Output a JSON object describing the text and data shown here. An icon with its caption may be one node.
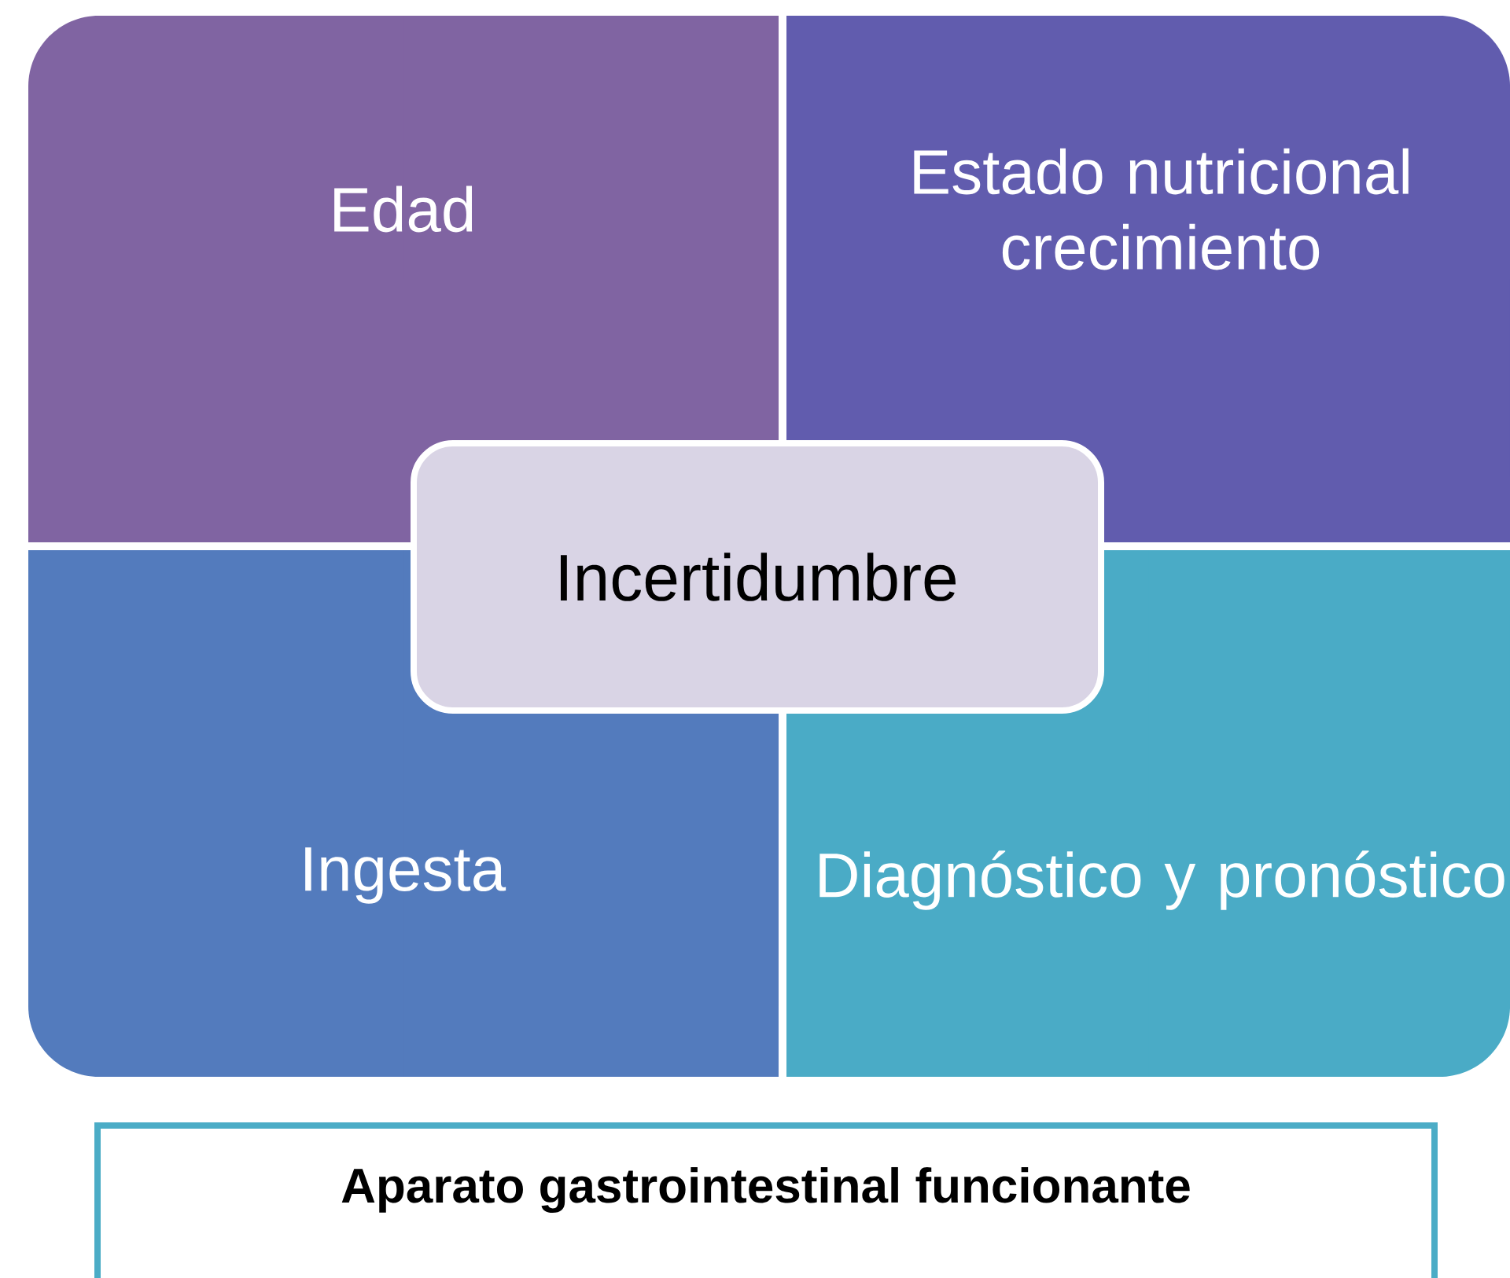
{
  "diagram": {
    "nodes": [
      {
        "text": [
          "Edad"
        ]
      },
      {
        "text": [
          "Estado nutricional crecimiento"
        ]
      },
      {
        "text": [
          "Incertidumbre"
        ]
      },
      {
        "text": [
          "Ingesta"
        ]
      },
      {
        "text": [
          "Diagnóstico y pronóstico"
        ]
      },
      {
        "text": [
          "Aparato gastrointestinal funcionante"
        ]
      }
    ]
  }
}
